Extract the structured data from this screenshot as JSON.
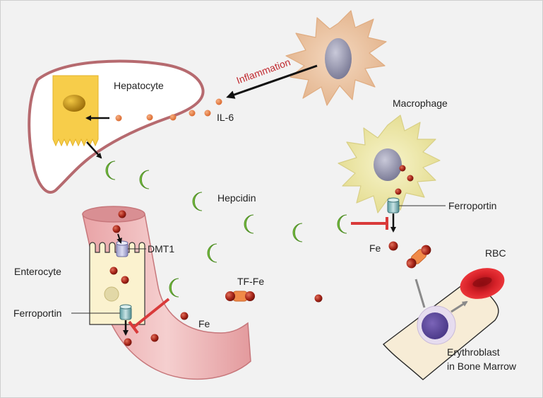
{
  "labels": {
    "hepatocyte": "Hepatocyte",
    "inflammation": "Inflammation",
    "il6": "IL-6",
    "macrophage": "Macrophage",
    "hepcidin": "Hepcidin",
    "ferroportin_macrophage": "Ferroportin",
    "fe_macrophage": "Fe",
    "rbc": "RBC",
    "dmt1": "DMT1",
    "enterocyte": "Enterocyte",
    "tf_fe": "TF-Fe",
    "ferroportin_enterocyte": "Ferroportin",
    "fe_gut": "Fe",
    "erythroblast_line1": "Erythroblast",
    "erythroblast_line2": "in Bone Marrow"
  },
  "colors": {
    "background": "#f2f2f2",
    "iron": "#a8261a",
    "hepcidin": "#7cc243",
    "il6": "#e07a3c",
    "inhibition": "#d93a3a",
    "label_red": "#c0272d"
  }
}
